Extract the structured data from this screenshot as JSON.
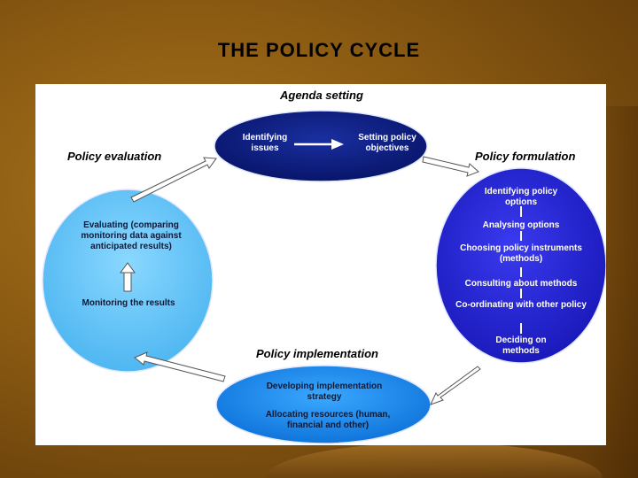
{
  "title": "THE POLICY CYCLE",
  "stages": {
    "agenda": {
      "label": "Agenda setting",
      "items": [
        "Identifying issues",
        "Setting policy objectives"
      ]
    },
    "formulation": {
      "label": "Policy formulation",
      "items": [
        "Identifying policy options",
        "Analysing options",
        "Choosing policy instruments (methods)",
        "Consulting about methods",
        "Co-ordinating with other policy",
        "Deciding on methods"
      ]
    },
    "implementation": {
      "label": "Policy implementation",
      "items": [
        "Developing implementation strategy",
        "Allocating resources (human, financial and other)"
      ]
    },
    "evaluation": {
      "label": "Policy evaluation",
      "items": [
        "Evaluating (comparing monitoring data against anticipated results)",
        "Monitoring the results"
      ]
    }
  },
  "colors": {
    "agenda_fill": "#0a1a78",
    "formulation_fill": "#2828d8",
    "implementation_fill": "#1a8af0",
    "evaluation_fill": "#66c8f8"
  }
}
